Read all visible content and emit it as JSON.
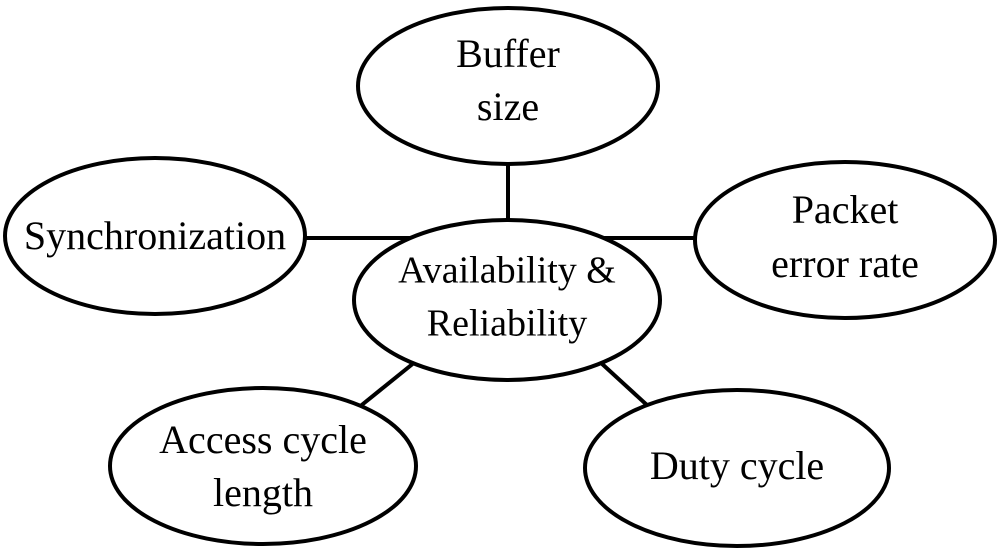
{
  "diagram": {
    "center": {
      "lines": [
        "Availability &",
        "Reliability"
      ]
    },
    "nodes": {
      "buffer_size": {
        "lines": [
          "Buffer",
          "size"
        ]
      },
      "synchronization": {
        "lines": [
          "Synchronization"
        ]
      },
      "packet_error_rate": {
        "lines": [
          "Packet",
          "error rate"
        ]
      },
      "access_cycle_length": {
        "lines": [
          "Access cycle",
          "length"
        ]
      },
      "duty_cycle": {
        "lines": [
          "Duty cycle"
        ]
      }
    }
  }
}
